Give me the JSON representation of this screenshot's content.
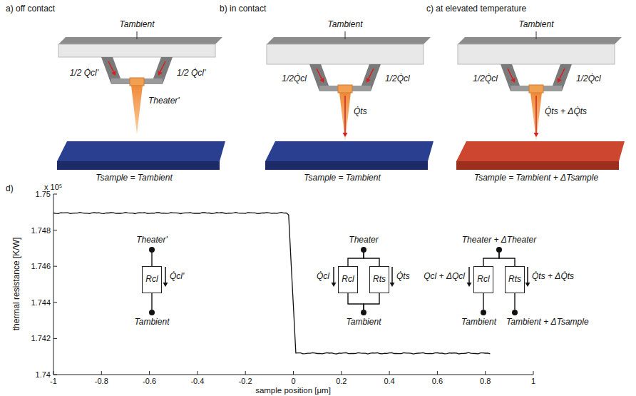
{
  "diagram": {
    "nodes": [
      {
        "text": [
          "Theater'"
        ]
      },
      {
        "text": [
          "Rcl"
        ]
      },
      {
        "text": [
          "Tambient"
        ]
      },
      {
        "text": [
          "Theater"
        ]
      },
      {
        "text": [
          "Rcl"
        ]
      },
      {
        "text": [
          "Rts"
        ]
      },
      {
        "text": [
          "Tambient"
        ]
      },
      {
        "text": [
          "Theater + ΔTheater"
        ]
      },
      {
        "text": [
          "Rcl"
        ]
      },
      {
        "text": [
          "Rts"
        ]
      },
      {
        "text": [
          "Tambient"
        ]
      },
      {
        "text": [
          "Tambient + ΔTsample"
        ]
      }
    ],
    "edges": [
      {
        "from": 0,
        "to": 1,
        "arrow": "none"
      },
      {
        "from": 1,
        "to": 2,
        "arrow": "none"
      },
      {
        "from": 3,
        "to": 4,
        "arrow": "none"
      },
      {
        "from": 3,
        "to": 5,
        "arrow": "none"
      },
      {
        "from": 4,
        "to": 6,
        "arrow": "none"
      },
      {
        "from": 5,
        "to": 6,
        "arrow": "none"
      },
      {
        "from": 7,
        "to": 8,
        "arrow": "none"
      },
      {
        "from": 7,
        "to": 9,
        "arrow": "none"
      },
      {
        "from": 8,
        "to": 10,
        "arrow": "none"
      },
      {
        "from": 9,
        "to": 11,
        "arrow": "none"
      }
    ],
    "labels": [
      "a) off contact",
      "b) in contact",
      "c) at elevated temperature",
      "Tambient",
      "1/2 Q̇cl'",
      "1/2 Q̇cl'",
      "Theater'",
      "Tsample = Tambient",
      "Tambient",
      "1/2Q̇cl",
      "1/2Q̇cl",
      "Q̇ts",
      "Tsample = Tambient",
      "Tambient",
      "1/2Q̇cl",
      "1/2Q̇cl",
      "Q̇ts + ΔQ̇ts",
      "Tsample = Tambient + ΔTsample",
      "d)",
      "x 10⁵",
      "1.75",
      "1.748",
      "1.746",
      "1.744",
      "1.742",
      "1.74",
      "-1",
      "-0.8",
      "-0.6",
      "-0.4",
      "-0.2",
      "0",
      "0.2",
      "0.4",
      "0.6",
      "0.8",
      "1",
      "thermal resistance [K/W]",
      "sample position [μm]",
      "Q̇cl'",
      "Q̇cl",
      "Q̇ts",
      "Qcl + ΔQcl",
      "Q̇ts + ΔQ̇ts"
    ]
  }
}
